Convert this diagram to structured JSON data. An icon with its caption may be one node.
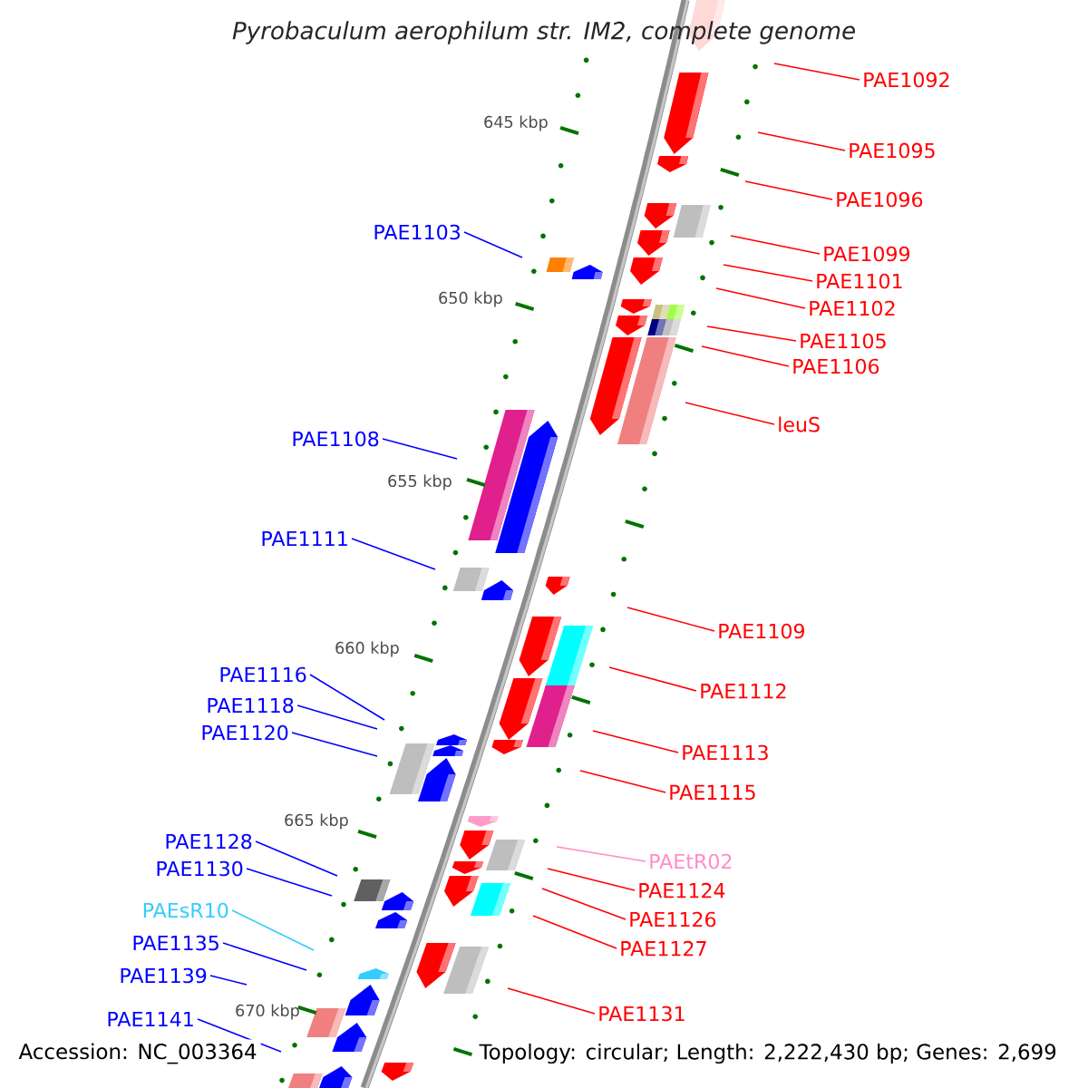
{
  "diagram": {
    "title": "Pyrobaculum aerophilum str. IM2, complete genome",
    "nodes": [
      {
        "text": [
          "PAE1092"
        ]
      },
      {
        "text": [
          "PAE1095"
        ]
      },
      {
        "text": [
          "PAE1096"
        ]
      },
      {
        "text": [
          "PAE1103"
        ]
      },
      {
        "text": [
          "PAE1099"
        ]
      },
      {
        "text": [
          "PAE1101"
        ]
      },
      {
        "text": [
          "PAE1102"
        ]
      },
      {
        "text": [
          "PAE1105"
        ]
      },
      {
        "text": [
          "PAE1106"
        ]
      },
      {
        "text": [
          "leuS"
        ]
      },
      {
        "text": [
          "PAE1108"
        ]
      },
      {
        "text": [
          "PAE1111"
        ]
      },
      {
        "text": [
          "PAE1109"
        ]
      },
      {
        "text": [
          "PAE1116"
        ]
      },
      {
        "text": [
          "PAE1112"
        ]
      },
      {
        "text": [
          "PAE1118"
        ]
      },
      {
        "text": [
          "PAE1120"
        ]
      },
      {
        "text": [
          "PAE1113"
        ]
      },
      {
        "text": [
          "PAE1115"
        ]
      },
      {
        "text": [
          "PAE1128"
        ]
      },
      {
        "text": [
          "PAEtR02"
        ]
      },
      {
        "text": [
          "PAE1130"
        ]
      },
      {
        "text": [
          "PAE1124"
        ]
      },
      {
        "text": [
          "PAEsR10"
        ]
      },
      {
        "text": [
          "PAE1126"
        ]
      },
      {
        "text": [
          "PAE1135"
        ]
      },
      {
        "text": [
          "PAE1127"
        ]
      },
      {
        "text": [
          "PAE1139"
        ]
      },
      {
        "text": [
          "PAE1131"
        ]
      },
      {
        "text": [
          "PAE1141"
        ]
      }
    ],
    "edges": [
      {
        "from": 0,
        "to": null,
        "arrow": "none"
      },
      {
        "from": 1,
        "to": null,
        "arrow": "none"
      },
      {
        "from": 2,
        "to": null,
        "arrow": "none"
      },
      {
        "from": 3,
        "to": null,
        "arrow": "none",
        "color": "#0000ff"
      },
      {
        "from": 4,
        "to": null,
        "arrow": "none"
      },
      {
        "from": 5,
        "to": null,
        "arrow": "none"
      },
      {
        "from": 6,
        "to": null,
        "arrow": "none"
      },
      {
        "from": 7,
        "to": null,
        "arrow": "none"
      },
      {
        "from": 8,
        "to": null,
        "arrow": "none"
      },
      {
        "from": 9,
        "to": null,
        "arrow": "none"
      },
      {
        "from": 10,
        "to": null,
        "arrow": "none",
        "color": "#0000ff"
      },
      {
        "from": 11,
        "to": null,
        "arrow": "none",
        "color": "#0000ff"
      },
      {
        "from": 12,
        "to": null,
        "arrow": "none"
      },
      {
        "from": 13,
        "to": null,
        "arrow": "none",
        "color": "#0000ff"
      },
      {
        "from": 14,
        "to": null,
        "arrow": "none"
      },
      {
        "from": 15,
        "to": null,
        "arrow": "none",
        "color": "#0000ff"
      },
      {
        "from": 16,
        "to": null,
        "arrow": "none",
        "color": "#0000ff"
      },
      {
        "from": 17,
        "to": null,
        "arrow": "none"
      },
      {
        "from": 18,
        "to": null,
        "arrow": "none"
      },
      {
        "from": 19,
        "to": null,
        "arrow": "none",
        "color": "#0000ff"
      },
      {
        "from": 20,
        "to": null,
        "arrow": "none",
        "color": "#ff8cc6"
      },
      {
        "from": 21,
        "to": null,
        "arrow": "none",
        "color": "#0000ff"
      },
      {
        "from": 22,
        "to": null,
        "arrow": "none"
      },
      {
        "from": 23,
        "to": null,
        "arrow": "none",
        "color": "#33ccff"
      },
      {
        "from": 24,
        "to": null,
        "arrow": "none"
      },
      {
        "from": 25,
        "to": null,
        "arrow": "none",
        "color": "#0000ff"
      },
      {
        "from": 26,
        "to": null,
        "arrow": "none"
      },
      {
        "from": 27,
        "to": null,
        "arrow": "none",
        "color": "#0000ff"
      },
      {
        "from": 28,
        "to": null,
        "arrow": "none"
      },
      {
        "from": 29,
        "to": null,
        "arrow": "none",
        "color": "#0000ff"
      }
    ],
    "labels": [
      "645 kbp",
      "650 kbp",
      "655 kbp",
      "660 kbp",
      "665 kbp",
      "670 kbp",
      "Accession: NC_003364",
      "Topology: circular; Length: 2,222,430 bp; Genes: 2,699"
    ]
  }
}
